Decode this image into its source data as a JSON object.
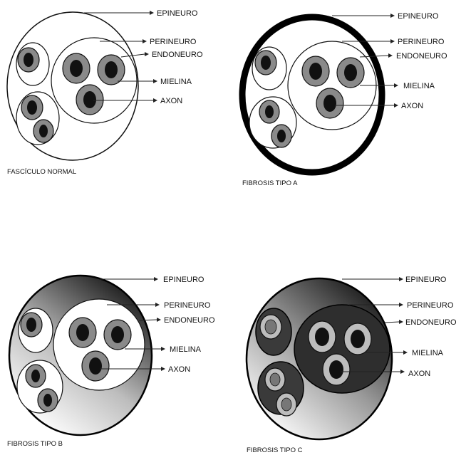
{
  "labels": {
    "epineuro": "EPINEURO",
    "perineuro": "PERINEURO",
    "endoneuro": "ENDONEURO",
    "mielina": "MIELINA",
    "axon": "AXON"
  },
  "captions": {
    "normal": "FASCÍCULO NORMAL",
    "tipo_a": "FIBROSIS TIPO A",
    "tipo_b": "FIBROSIS TIPO B",
    "tipo_c": "FIBROSIS TIPO C"
  }
}
